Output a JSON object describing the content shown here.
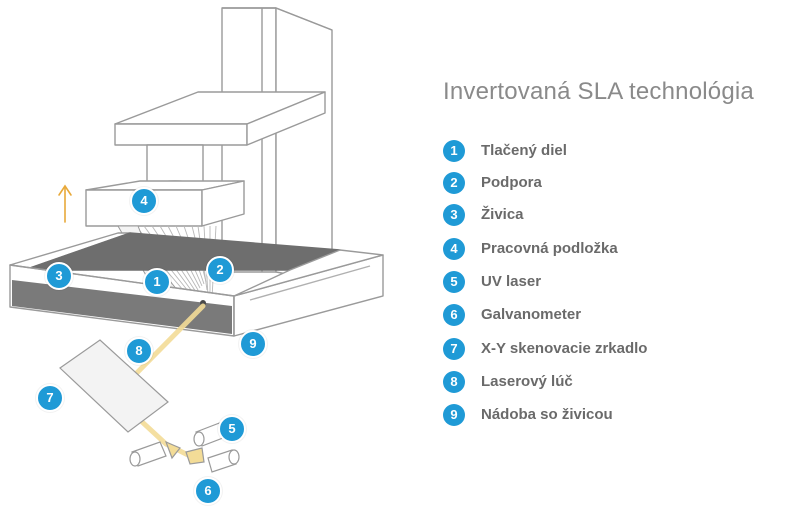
{
  "title": "Invertovaná SLA technológia",
  "legend": [
    {
      "number": "1",
      "label": "Tlačený diel"
    },
    {
      "number": "2",
      "label": "Podpora"
    },
    {
      "number": "3",
      "label": "Živica"
    },
    {
      "number": "4",
      "label": "Pracovná podložka"
    },
    {
      "number": "5",
      "label": "UV laser"
    },
    {
      "number": "6",
      "label": "Galvanometer"
    },
    {
      "number": "7",
      "label": "X-Y skenovacie zrkadlo"
    },
    {
      "number": "8",
      "label": "Laserový lúč"
    },
    {
      "number": "9",
      "label": "Nádoba so živicou"
    }
  ],
  "callouts": [
    "1",
    "2",
    "3",
    "4",
    "5",
    "6",
    "7",
    "8",
    "9"
  ],
  "colors": {
    "badge": "#1f9ad6",
    "title": "#8a8a8a",
    "label": "#6a6a6a",
    "arrow": "#e8a93a",
    "beam": "#f3dc97",
    "resin": "#7a7a7a",
    "outline": "#9a9a9a"
  },
  "icons": {
    "up_arrow": "up-arrow-icon"
  }
}
